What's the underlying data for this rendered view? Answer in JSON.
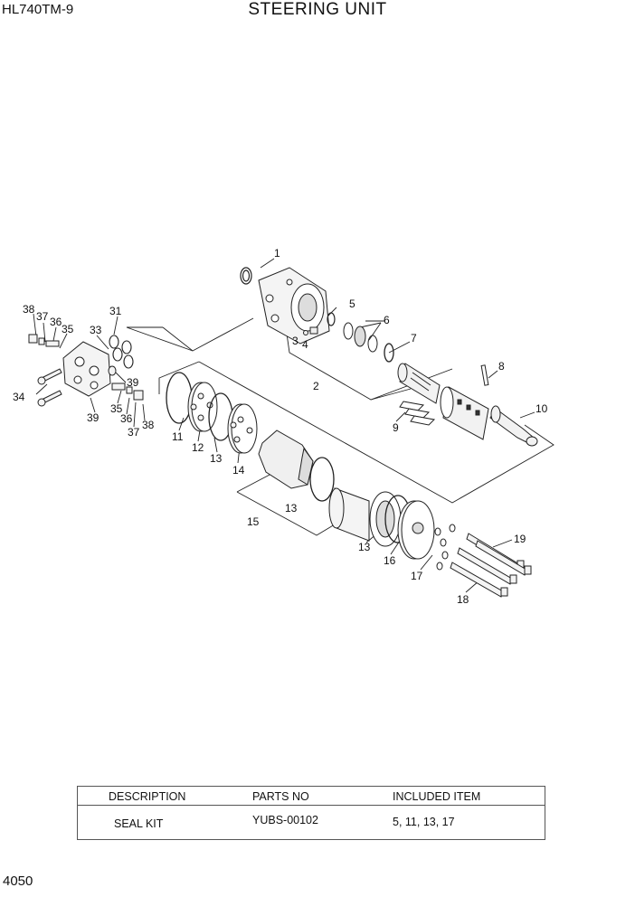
{
  "header": {
    "model": "HL740TM-9",
    "title": "STEERING UNIT"
  },
  "footer": {
    "page_number": "4050"
  },
  "callouts": {
    "c1": "1",
    "c2": "2",
    "c3": "3",
    "c4": "4",
    "c5": "5",
    "c6": "6",
    "c7": "7",
    "c8": "8",
    "c9": "9",
    "c10": "10",
    "c11": "11",
    "c12": "12",
    "c13a": "13",
    "c13b": "13",
    "c13c": "13",
    "c14": "14",
    "c15": "15",
    "c16": "16",
    "c17": "17",
    "c18": "18",
    "c19": "19",
    "c31": "31",
    "c33": "33",
    "c34": "34",
    "c35a": "35",
    "c35b": "35",
    "c36a": "36",
    "c36b": "36",
    "c37a": "37",
    "c37b": "37",
    "c38a": "38",
    "c38b": "38",
    "c39a": "39",
    "c39b": "39"
  },
  "kit_table": {
    "headers": [
      "DESCRIPTION",
      "PARTS NO",
      "INCLUDED ITEM"
    ],
    "rows": [
      {
        "description": "SEAL KIT",
        "parts_no": "YUBS-00102",
        "included_item": "5, 11, 13, 17"
      }
    ]
  }
}
